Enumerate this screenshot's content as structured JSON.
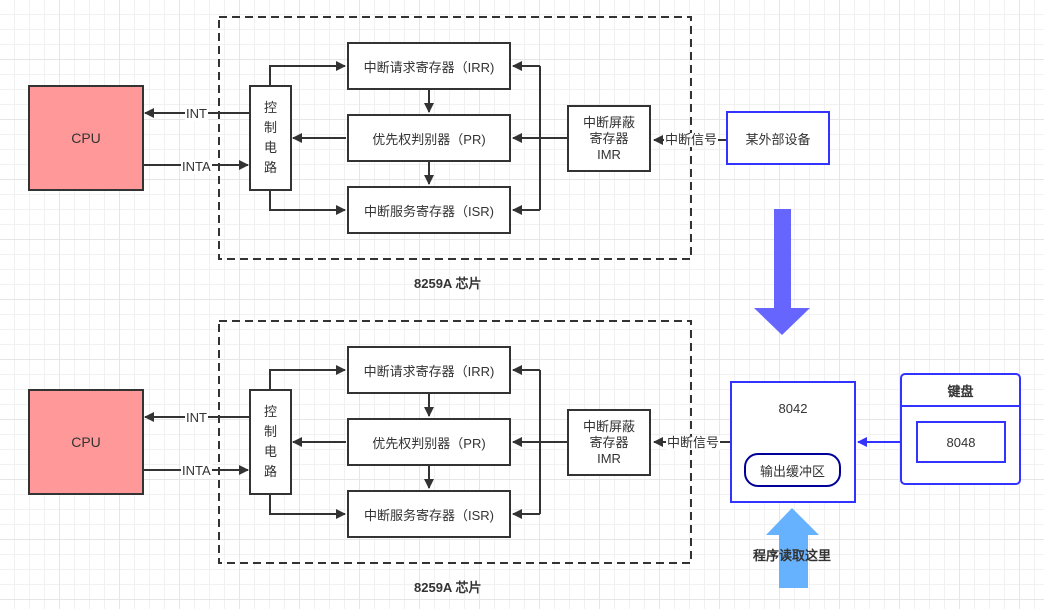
{
  "colors": {
    "cpu_fill": "#ff9999",
    "line": "#333333",
    "device_border": "#3333ff",
    "buffer_border": "#000099",
    "down_arrow": "#6666ff",
    "up_arrow": "#66b2ff"
  },
  "top": {
    "cpu": "CPU",
    "int_label": "INT",
    "inta_label": "INTA",
    "control": [
      "控",
      "制",
      "电",
      "路"
    ],
    "irr": "中断请求寄存器（IRR)",
    "pr": "优先权判别器（PR)",
    "isr": "中断服务寄存器（ISR)",
    "imr": [
      "中断屏蔽",
      "寄存器",
      "IMR"
    ],
    "signal_label": "中断信号",
    "device": "某外部设备",
    "chip_caption": "8259A 芯片"
  },
  "bottom": {
    "cpu": "CPU",
    "int_label": "INT",
    "inta_label": "INTA",
    "control": [
      "控",
      "制",
      "电",
      "路"
    ],
    "irr": "中断请求寄存器（IRR)",
    "pr": "优先权判别器（PR)",
    "isr": "中断服务寄存器（ISR)",
    "imr": [
      "中断屏蔽",
      "寄存器",
      "IMR"
    ],
    "signal_label": "中断信号",
    "controller": "8042",
    "output_buffer": "输出缓冲区",
    "keyboard_title": "键盘",
    "keyboard_chip": "8048",
    "chip_caption": "8259A 芯片",
    "read_note": "程序读取这里"
  }
}
